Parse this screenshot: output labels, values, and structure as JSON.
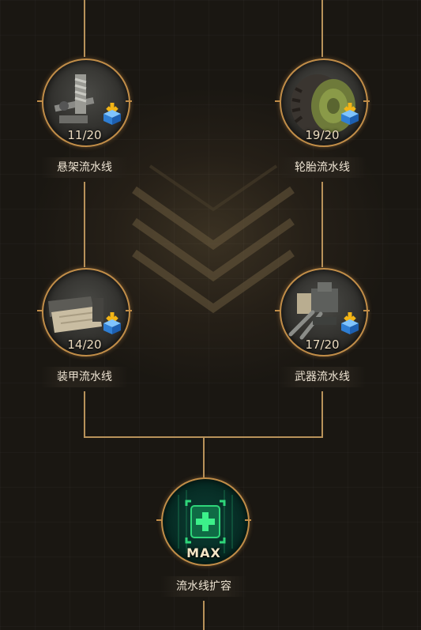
{
  "nodes": [
    {
      "label": "悬架流水线",
      "count": "11/20",
      "icon": "suspension-icon"
    },
    {
      "label": "轮胎流水线",
      "count": "19/20",
      "icon": "tire-icon"
    },
    {
      "label": "装甲流水线",
      "count": "14/20",
      "icon": "armor-icon"
    },
    {
      "label": "武器流水线",
      "count": "17/20",
      "icon": "weapon-icon"
    }
  ],
  "expansion": {
    "label": "流水线扩容",
    "status": "MAX",
    "icon": "plus-icon"
  },
  "colors": {
    "line": "#b8925a",
    "ring": "#c18d48",
    "max_green": "#2fd67a"
  }
}
